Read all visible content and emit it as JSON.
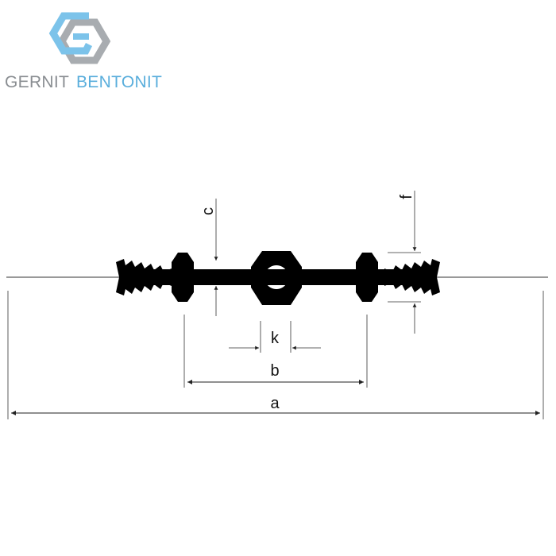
{
  "brand": {
    "name_part1": "GERNIT",
    "name_part2": "BENTONIT",
    "color_gray": "#8a8e92",
    "color_blue": "#5aaedc"
  },
  "dimensions": {
    "a": "a",
    "b": "b",
    "c": "c",
    "f": "f",
    "k": "k"
  },
  "colors": {
    "profile": "#000000",
    "lines": "#222222",
    "center_line": "#999999"
  }
}
